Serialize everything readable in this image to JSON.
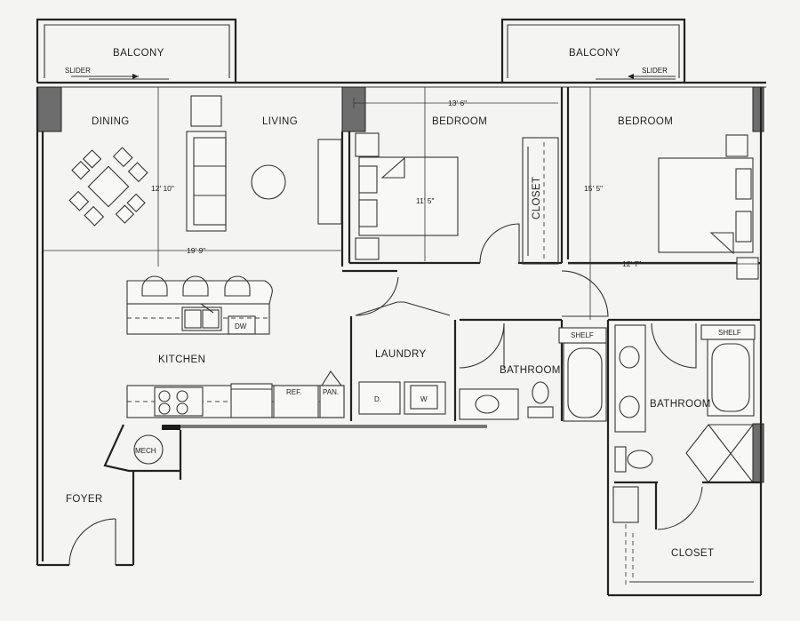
{
  "rooms": {
    "balcony_left": "BALCONY",
    "balcony_right": "BALCONY",
    "dining": "DINING",
    "living": "LIVING",
    "bedroom_1": "BEDROOM",
    "bedroom_2": "BEDROOM",
    "kitchen": "KITCHEN",
    "laundry": "LAUNDRY",
    "bathroom_1": "BATHROOM",
    "bathroom_2": "BATHROOM",
    "closet_bed1": "CLOSET",
    "closet_master": "CLOSET",
    "foyer": "FOYER",
    "mech": "MECH"
  },
  "fixtures": {
    "slider_left": "SLIDER",
    "slider_right": "SLIDER",
    "dishwasher": "DW",
    "refrigerator": "REF.",
    "pantry": "PAN.",
    "shelf_1": "SHELF",
    "shelf_2": "SHELF",
    "dryer": "D.",
    "washer": "W"
  },
  "dimensions": {
    "living_depth": "12' 10\"",
    "living_width": "19' 9\"",
    "bedroom1_width": "13' 6\"",
    "bedroom1_depth": "11' 5\"",
    "bedroom2_depth": "15' 5\"",
    "bedroom2_width": "12' 7\""
  }
}
